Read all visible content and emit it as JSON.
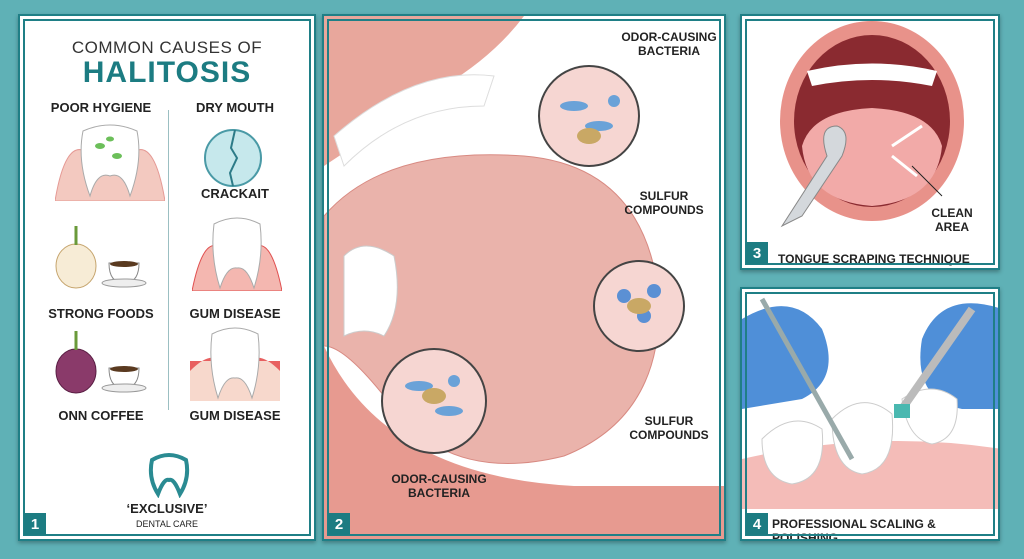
{
  "panel1": {
    "number": "1",
    "title_line1": "COMMON CAUSES OF",
    "title_line2": "HALITOSIS",
    "left_labels": [
      "POOR HYGIENE",
      "STRONG FOODS",
      "ONN COFFEE"
    ],
    "right_labels": [
      "DRY MOUTH",
      "CRACKAIT",
      "GUM DISEASE",
      "GUM DISEASE"
    ],
    "logo": {
      "line1": "‘EXCLUSIVE’",
      "line2": "DENTAL CARE"
    }
  },
  "panel2": {
    "number": "2",
    "callouts": [
      "ODOR-CAUSING BACTERIA",
      "SULFUR COMPOUNDS",
      "SULFUR COMPOUNDS",
      "ODOR-CAUSING BACTERIA"
    ]
  },
  "panel3": {
    "number": "3",
    "caption": "TONGUE SCRAPING TECHNIQUE",
    "label": "CLEAN AREA"
  },
  "panel4": {
    "number": "4",
    "caption": "PROFESSIONAL SCALING & POLISHING"
  },
  "colors": {
    "background": "#5fb1b6",
    "accent": "#1c7c82"
  }
}
